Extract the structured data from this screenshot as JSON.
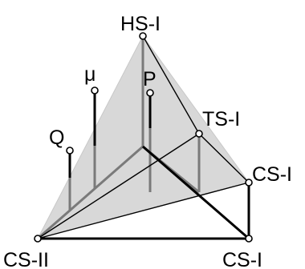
{
  "diagram": {
    "labels": {
      "hs_i": "HS-I",
      "mu": "μ",
      "p": "P",
      "ts_i": "TS-I",
      "q": "Q",
      "cs_i_right": "CS-I",
      "cs_ii": "CS-II",
      "cs_i_bottom": "CS-I"
    },
    "colors": {
      "plane_fill": "#d8d8d8",
      "plane_stroke": "#c8c8c8",
      "line_black": "#000000",
      "line_gray": "#7a7a7a",
      "point_fill": "#ffffff"
    }
  }
}
